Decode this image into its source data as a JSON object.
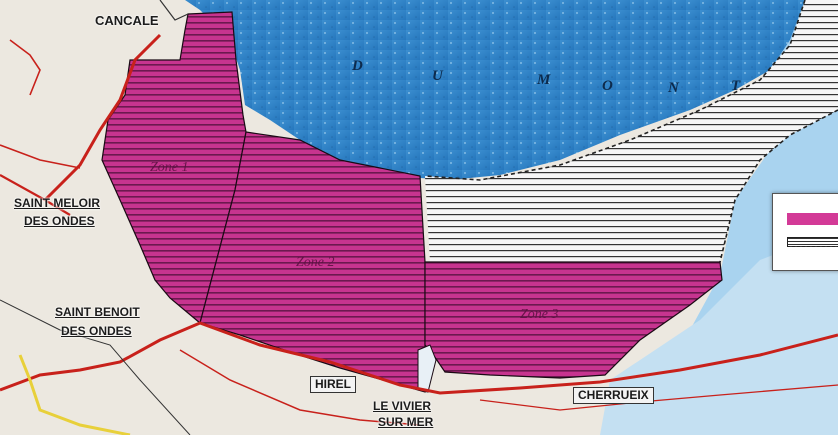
{
  "colors": {
    "sea_deep": "#2e86c8",
    "sea_light": "#93c9ec",
    "zone_magenta": "#c7348f",
    "stripe": "#3a0a2a",
    "hatch": "#222222",
    "land": "#ece8e0",
    "road": "#c8211b"
  },
  "towns": {
    "cancale": "CANCALE",
    "st_meloir_1": "SAINT MELOIR",
    "st_meloir_2": "DES ONDES",
    "st_benoit_1": "SAINT BENOIT",
    "st_benoit_2": "DES ONDES",
    "hirel": "HIREL",
    "le_vivier_1": "LE VIVIER",
    "le_vivier_2": "SUR MER",
    "cherrueix": "CHERRUEIX"
  },
  "bay": {
    "letters": [
      "D",
      "U",
      "M",
      "O",
      "N",
      "T"
    ]
  },
  "zones": {
    "zone1": "Zone 1",
    "zone2": "Zone 2",
    "zone3": "Zone 3"
  },
  "legend": {
    "items": [
      "zone-fill-swatch",
      "hatched-area-swatch"
    ]
  },
  "icons": [
    "legend-icon",
    "hatch-pattern-icon"
  ]
}
